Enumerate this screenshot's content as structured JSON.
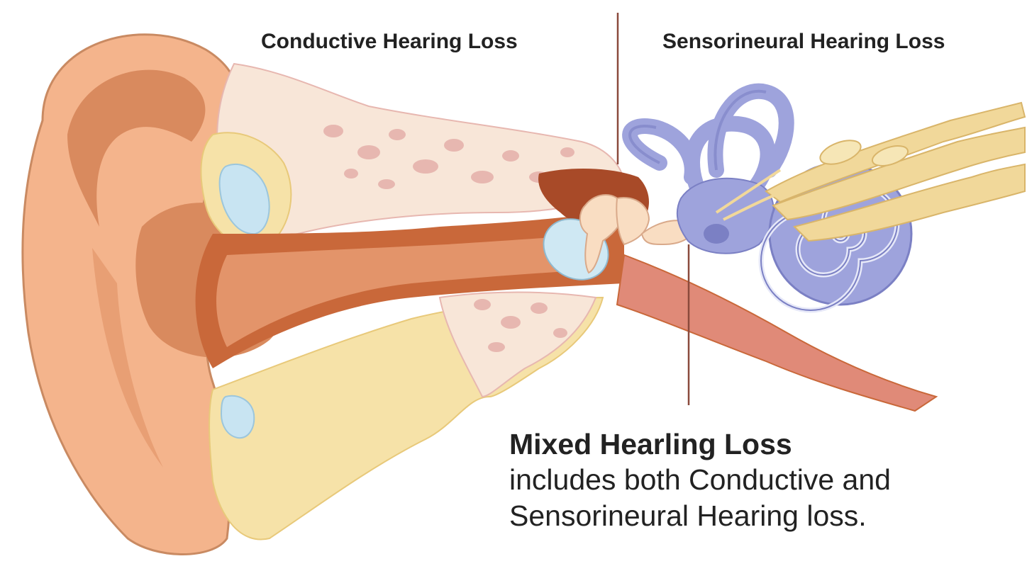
{
  "labels": {
    "conductive": "Conductive Hearing Loss",
    "sensorineural": "Sensorineural Hearing Loss",
    "mixed_title": "Mixed Hearling Loss",
    "mixed_desc_line1": "includes both Conductive and",
    "mixed_desc_line2": "Sensorineural Hearing loss."
  },
  "colors": {
    "skin": "#f4b48c",
    "skin_dark": "#d98a5e",
    "canal": "#c9683a",
    "canal_inner": "#e3946a",
    "bone": "#f6e2a8",
    "bone_spongy": "#f8e6d8",
    "bone_spots": "#e7b7b0",
    "cartilage": "#c8e4f2",
    "inner_ear": "#9ea3dc",
    "inner_ear_dark": "#7b80c4",
    "nerve": "#f1d89a",
    "eardrum": "#cfe8f3",
    "ossicle": "#f9ddc2",
    "tube": "#e08a78",
    "divider": "#8a4a3c"
  }
}
